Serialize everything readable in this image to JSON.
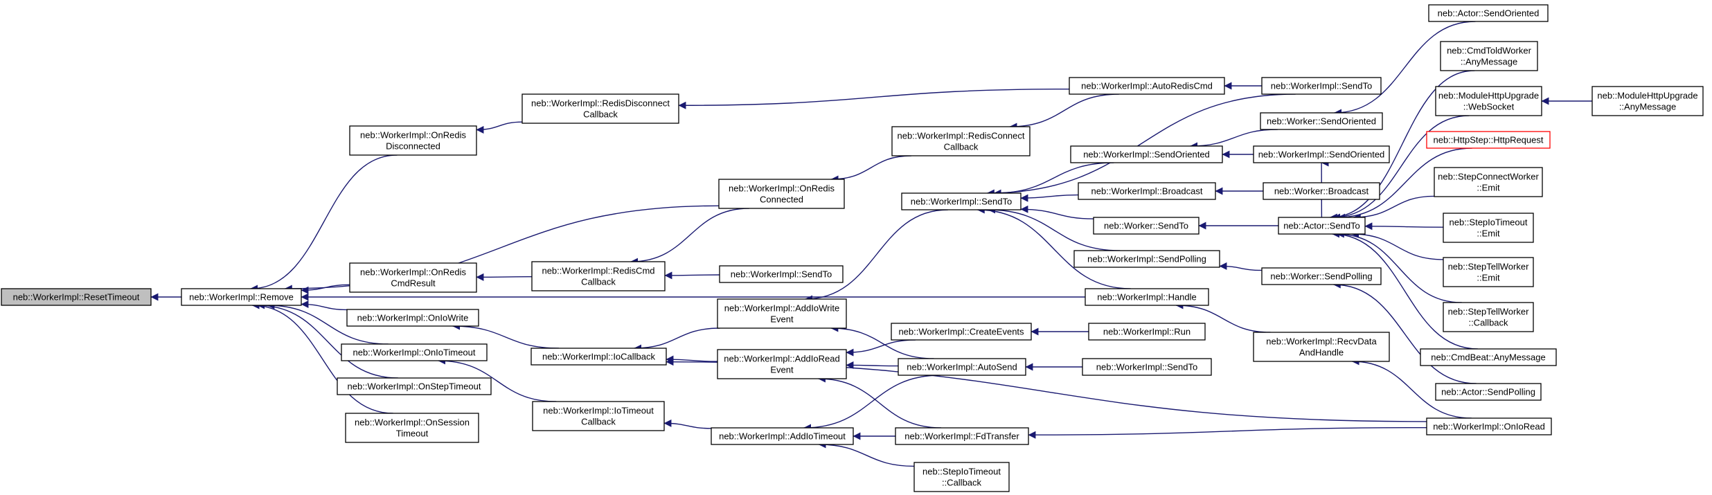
{
  "graph": {
    "nodes": [
      {
        "id": "reset_timeout",
        "lines": [
          "neb::WorkerImpl::ResetTimeout"
        ],
        "root": true
      },
      {
        "id": "remove",
        "lines": [
          "neb::WorkerImpl::Remove"
        ]
      },
      {
        "id": "on_redis_disconnected",
        "lines": [
          "neb::WorkerImpl::OnRedis",
          "Disconnected"
        ]
      },
      {
        "id": "on_redis_cmd_result",
        "lines": [
          "neb::WorkerImpl::OnRedis",
          "CmdResult"
        ]
      },
      {
        "id": "on_io_write",
        "lines": [
          "neb::WorkerImpl::OnIoWrite"
        ]
      },
      {
        "id": "on_io_timeout",
        "lines": [
          "neb::WorkerImpl::OnIoTimeout"
        ]
      },
      {
        "id": "on_step_timeout",
        "lines": [
          "neb::WorkerImpl::OnStepTimeout"
        ]
      },
      {
        "id": "on_session_timeout",
        "lines": [
          "neb::WorkerImpl::OnSession",
          "Timeout"
        ]
      },
      {
        "id": "redis_disconnect_cb",
        "lines": [
          "neb::WorkerImpl::RedisDisconnect",
          "Callback"
        ]
      },
      {
        "id": "redis_cmd_cb",
        "lines": [
          "neb::WorkerImpl::RedisCmd",
          "Callback"
        ]
      },
      {
        "id": "io_callback",
        "lines": [
          "neb::WorkerImpl::IoCallback"
        ]
      },
      {
        "id": "io_timeout_cb",
        "lines": [
          "neb::WorkerImpl::IoTimeout",
          "Callback"
        ]
      },
      {
        "id": "on_redis_connected",
        "lines": [
          "neb::WorkerImpl::OnRedis",
          "Connected"
        ]
      },
      {
        "id": "sendto_a",
        "lines": [
          "neb::WorkerImpl::SendTo"
        ]
      },
      {
        "id": "add_io_write_event",
        "lines": [
          "neb::WorkerImpl::AddIoWrite",
          "Event"
        ]
      },
      {
        "id": "add_io_read_event",
        "lines": [
          "neb::WorkerImpl::AddIoRead",
          "Event"
        ]
      },
      {
        "id": "add_io_timeout",
        "lines": [
          "neb::WorkerImpl::AddIoTimeout"
        ]
      },
      {
        "id": "redis_connect_cb",
        "lines": [
          "neb::WorkerImpl::RedisConnect",
          "Callback"
        ]
      },
      {
        "id": "sendto_main",
        "lines": [
          "neb::WorkerImpl::SendTo"
        ]
      },
      {
        "id": "create_events",
        "lines": [
          "neb::WorkerImpl::CreateEvents"
        ]
      },
      {
        "id": "auto_send",
        "lines": [
          "neb::WorkerImpl::AutoSend"
        ]
      },
      {
        "id": "fd_transfer",
        "lines": [
          "neb::WorkerImpl::FdTransfer"
        ]
      },
      {
        "id": "step_io_timeout_cb",
        "lines": [
          "neb::StepIoTimeout",
          "::Callback"
        ]
      },
      {
        "id": "auto_redis_cmd",
        "lines": [
          "neb::WorkerImpl::AutoRedisCmd"
        ]
      },
      {
        "id": "send_oriented_impl",
        "lines": [
          "neb::WorkerImpl::SendOriented"
        ]
      },
      {
        "id": "broadcast_impl",
        "lines": [
          "neb::WorkerImpl::Broadcast"
        ]
      },
      {
        "id": "worker_sendto",
        "lines": [
          "neb::Worker::SendTo"
        ]
      },
      {
        "id": "send_polling_impl",
        "lines": [
          "neb::WorkerImpl::SendPolling"
        ]
      },
      {
        "id": "handle",
        "lines": [
          "neb::WorkerImpl::Handle"
        ]
      },
      {
        "id": "run",
        "lines": [
          "neb::WorkerImpl::Run"
        ]
      },
      {
        "id": "sendto_b",
        "lines": [
          "neb::WorkerImpl::SendTo"
        ]
      },
      {
        "id": "sendto_c",
        "lines": [
          "neb::WorkerImpl::SendTo"
        ]
      },
      {
        "id": "worker_send_oriented",
        "lines": [
          "neb::Worker::SendOriented"
        ]
      },
      {
        "id": "send_oriented_impl2",
        "lines": [
          "neb::WorkerImpl::SendOriented"
        ]
      },
      {
        "id": "worker_broadcast",
        "lines": [
          "neb::Worker::Broadcast"
        ]
      },
      {
        "id": "actor_sendto",
        "lines": [
          "neb::Actor::SendTo"
        ]
      },
      {
        "id": "worker_send_polling",
        "lines": [
          "neb::Worker::SendPolling"
        ]
      },
      {
        "id": "recv_data_handle",
        "lines": [
          "neb::WorkerImpl::RecvData",
          "AndHandle"
        ]
      },
      {
        "id": "actor_send_oriented",
        "lines": [
          "neb::Actor::SendOriented"
        ]
      },
      {
        "id": "cmd_told_worker",
        "lines": [
          "neb::CmdToldWorker",
          "::AnyMessage"
        ]
      },
      {
        "id": "module_http_upgrade_ws",
        "lines": [
          "neb::ModuleHttpUpgrade",
          "::WebSocket"
        ]
      },
      {
        "id": "http_step_request",
        "lines": [
          "neb::HttpStep::HttpRequest"
        ],
        "red": true
      },
      {
        "id": "step_connect_worker",
        "lines": [
          "neb::StepConnectWorker",
          "::Emit"
        ]
      },
      {
        "id": "step_io_timeout_emit",
        "lines": [
          "neb::StepIoTimeout",
          "::Emit"
        ]
      },
      {
        "id": "step_tell_worker_emit",
        "lines": [
          "neb::StepTellWorker",
          "::Emit"
        ]
      },
      {
        "id": "step_tell_worker_cb",
        "lines": [
          "neb::StepTellWorker",
          "::Callback"
        ]
      },
      {
        "id": "cmd_beat",
        "lines": [
          "neb::CmdBeat::AnyMessage"
        ]
      },
      {
        "id": "actor_send_polling",
        "lines": [
          "neb::Actor::SendPolling"
        ]
      },
      {
        "id": "on_io_read",
        "lines": [
          "neb::WorkerImpl::OnIoRead"
        ]
      },
      {
        "id": "module_http_upgrade_any",
        "lines": [
          "neb::ModuleHttpUpgrade",
          "::AnyMessage"
        ]
      }
    ]
  }
}
